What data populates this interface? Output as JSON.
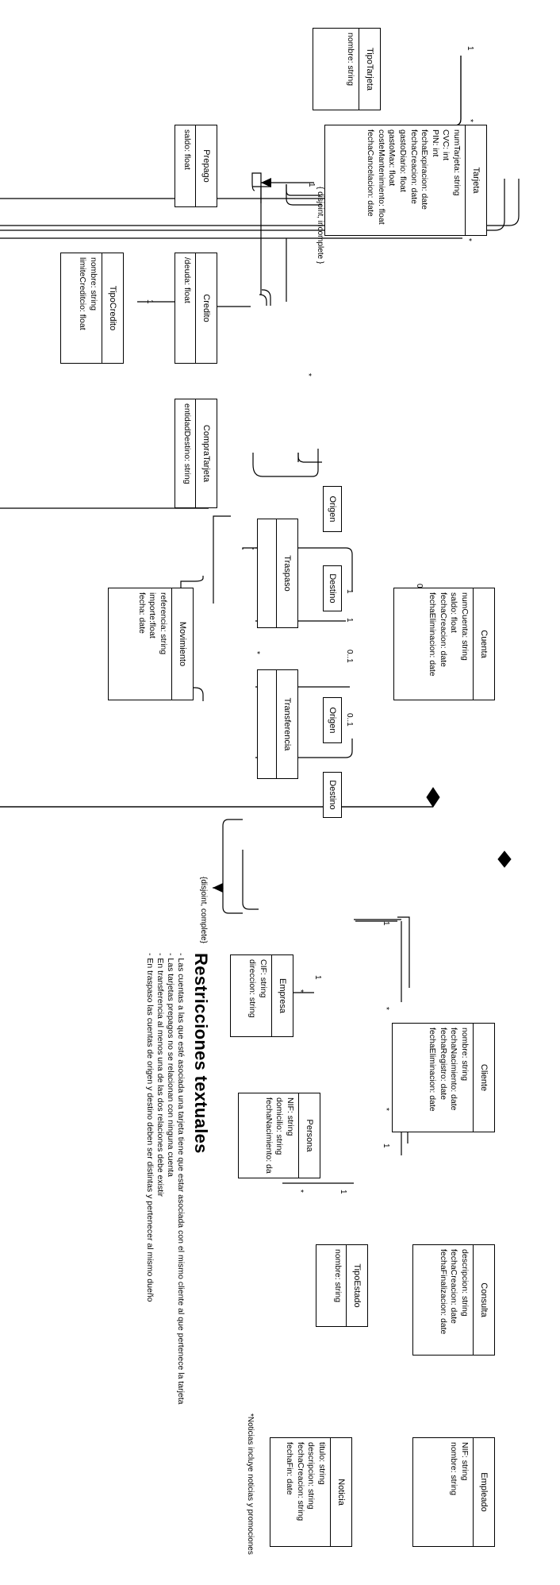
{
  "classes": {
    "tipo_tarjeta": {
      "name": "TipoTarjeta",
      "attrs": [
        "nombre: string"
      ]
    },
    "tarjeta": {
      "name": "Tarjeta",
      "attrs": [
        "numTarjeta: string",
        "CVC: int",
        "PIN: int",
        "fechaExpiracion: date",
        "fechaCreacion: date",
        "gastoDiario: float",
        "gastoMax: float",
        "costeMantenimiento: float",
        "fechaCancelacion: date"
      ]
    },
    "prepago": {
      "name": "Prepago",
      "attrs": [
        "saldo: float"
      ]
    },
    "credito": {
      "name": "Credito",
      "attrs": [
        "/deuda: float"
      ]
    },
    "tipo_credito": {
      "name": "TipoCredito",
      "attrs": [
        "nombre: string",
        "limiteCreditcio: float"
      ]
    },
    "compra_tarjeta": {
      "name": "CompraTarjeta",
      "attrs": [
        "entidadDestino: string"
      ]
    },
    "traspaso": {
      "name": "Traspaso",
      "attrs": []
    },
    "transferencia": {
      "name": "Transferencia",
      "attrs": []
    },
    "movimiento": {
      "name": "Movimiento",
      "attrs": [
        "referencia: string",
        "importe:float",
        "fecha: date"
      ]
    },
    "cuenta": {
      "name": "Cuenta",
      "attrs": [
        "numCuenta: string",
        "saldo: float",
        "fechaCreacion: date",
        "fechaEliminacion: date"
      ]
    },
    "empresa": {
      "name": "Empresa",
      "attrs": [
        "CIF: string",
        "direccion: string"
      ]
    },
    "persona": {
      "name": "Persona",
      "attrs": [
        "NIF: string",
        "domicilio: string",
        "fechaNacimiento: date"
      ]
    },
    "cliente": {
      "name": "Cliente",
      "attrs": [
        "nombre: string",
        "fechaNacimiento: date",
        "fechaRegistro: date",
        "fechaEliminacion: date"
      ]
    },
    "tipo_estado": {
      "name": "TipoEstado",
      "attrs": [
        "nombre: string"
      ]
    },
    "consulta": {
      "name": "Consulta",
      "attrs": [
        "descripcion: string",
        "fechaCreacion: date",
        "fechaFinalizacion: date"
      ]
    },
    "empleado": {
      "name": "Empleado",
      "attrs": [
        "NIF: string",
        "nombre: string"
      ]
    },
    "noticia": {
      "name": "Noticia",
      "attrs": [
        "titulo: string",
        "descripcion: string",
        "fechaCreacion: string",
        "fechaFin: date"
      ]
    }
  },
  "roles": {
    "origen_traspaso": "Origen",
    "destino_traspaso": "Destino",
    "origen_transferencia": "Origen",
    "destino_transferencia": "Destino"
  },
  "constraints": {
    "tarjeta_subtypes": "{ disjoint, incomplete }",
    "cliente_subtypes": "{disjoint, complete}"
  },
  "multiplicities": {
    "one": "1",
    "many": "*",
    "zero_one": "0..1"
  },
  "restricciones": {
    "title": "Restricciones textuales",
    "items": [
      "- Las cuentas a las que esté asociada una tarjeta tiene que estar asociada con el mismo cliente al que pertenece la tarjeta",
      "- Las tarjetas prepagos no se relacionan con ninguna cuenta",
      "- En transferencia al menos una de las dos relaciones debe existir",
      "- En traspaso las cuentas de origen y destino deben ser distintas y pertenecer al mismo dueño"
    ]
  },
  "note": "*Noticias incluye noticias y promociones"
}
